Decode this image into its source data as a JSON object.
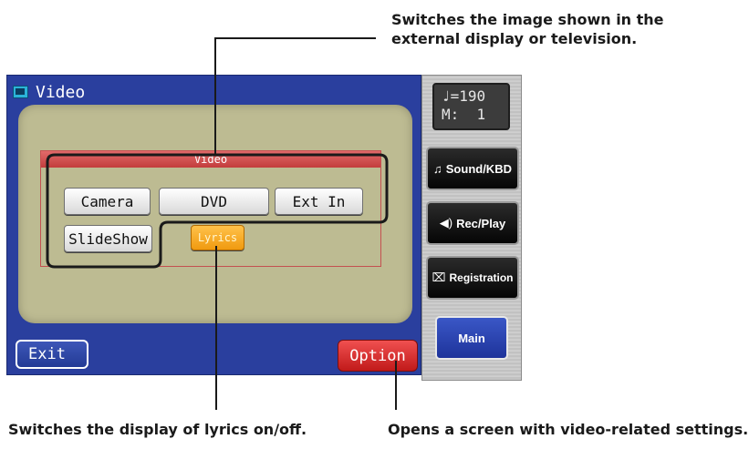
{
  "callouts": {
    "top": "Switches the image shown in the external display or television.",
    "bottom_left": "Switches the display of lyrics on/off.",
    "bottom_right": "Opens a screen with video-related settings."
  },
  "screen": {
    "title": "Video",
    "panel_title": "Video",
    "buttons": {
      "camera": "Camera",
      "dvd": "DVD",
      "ext_in": "Ext In",
      "slideshow": "SlideShow",
      "lyrics": "Lyrics"
    },
    "exit_label": "Exit",
    "option_label": "Option"
  },
  "side": {
    "tempo_line": "♩=190",
    "measure_line": "M:  1",
    "sound_label": "Sound/KBD",
    "rec_label": "Rec/Play",
    "reg_label": "Registration",
    "main_label": "Main"
  },
  "colors": {
    "screen_bg": "#2a3f9e",
    "content_bg": "#bdbb92",
    "panel_header": "#d04848",
    "lyrics_btn": "#f5a623",
    "option_btn": "#d62828"
  },
  "icons": {
    "title": "video-icon",
    "sound": "music-note-icon",
    "rec": "speaker-icon",
    "reg": "book-icon"
  }
}
